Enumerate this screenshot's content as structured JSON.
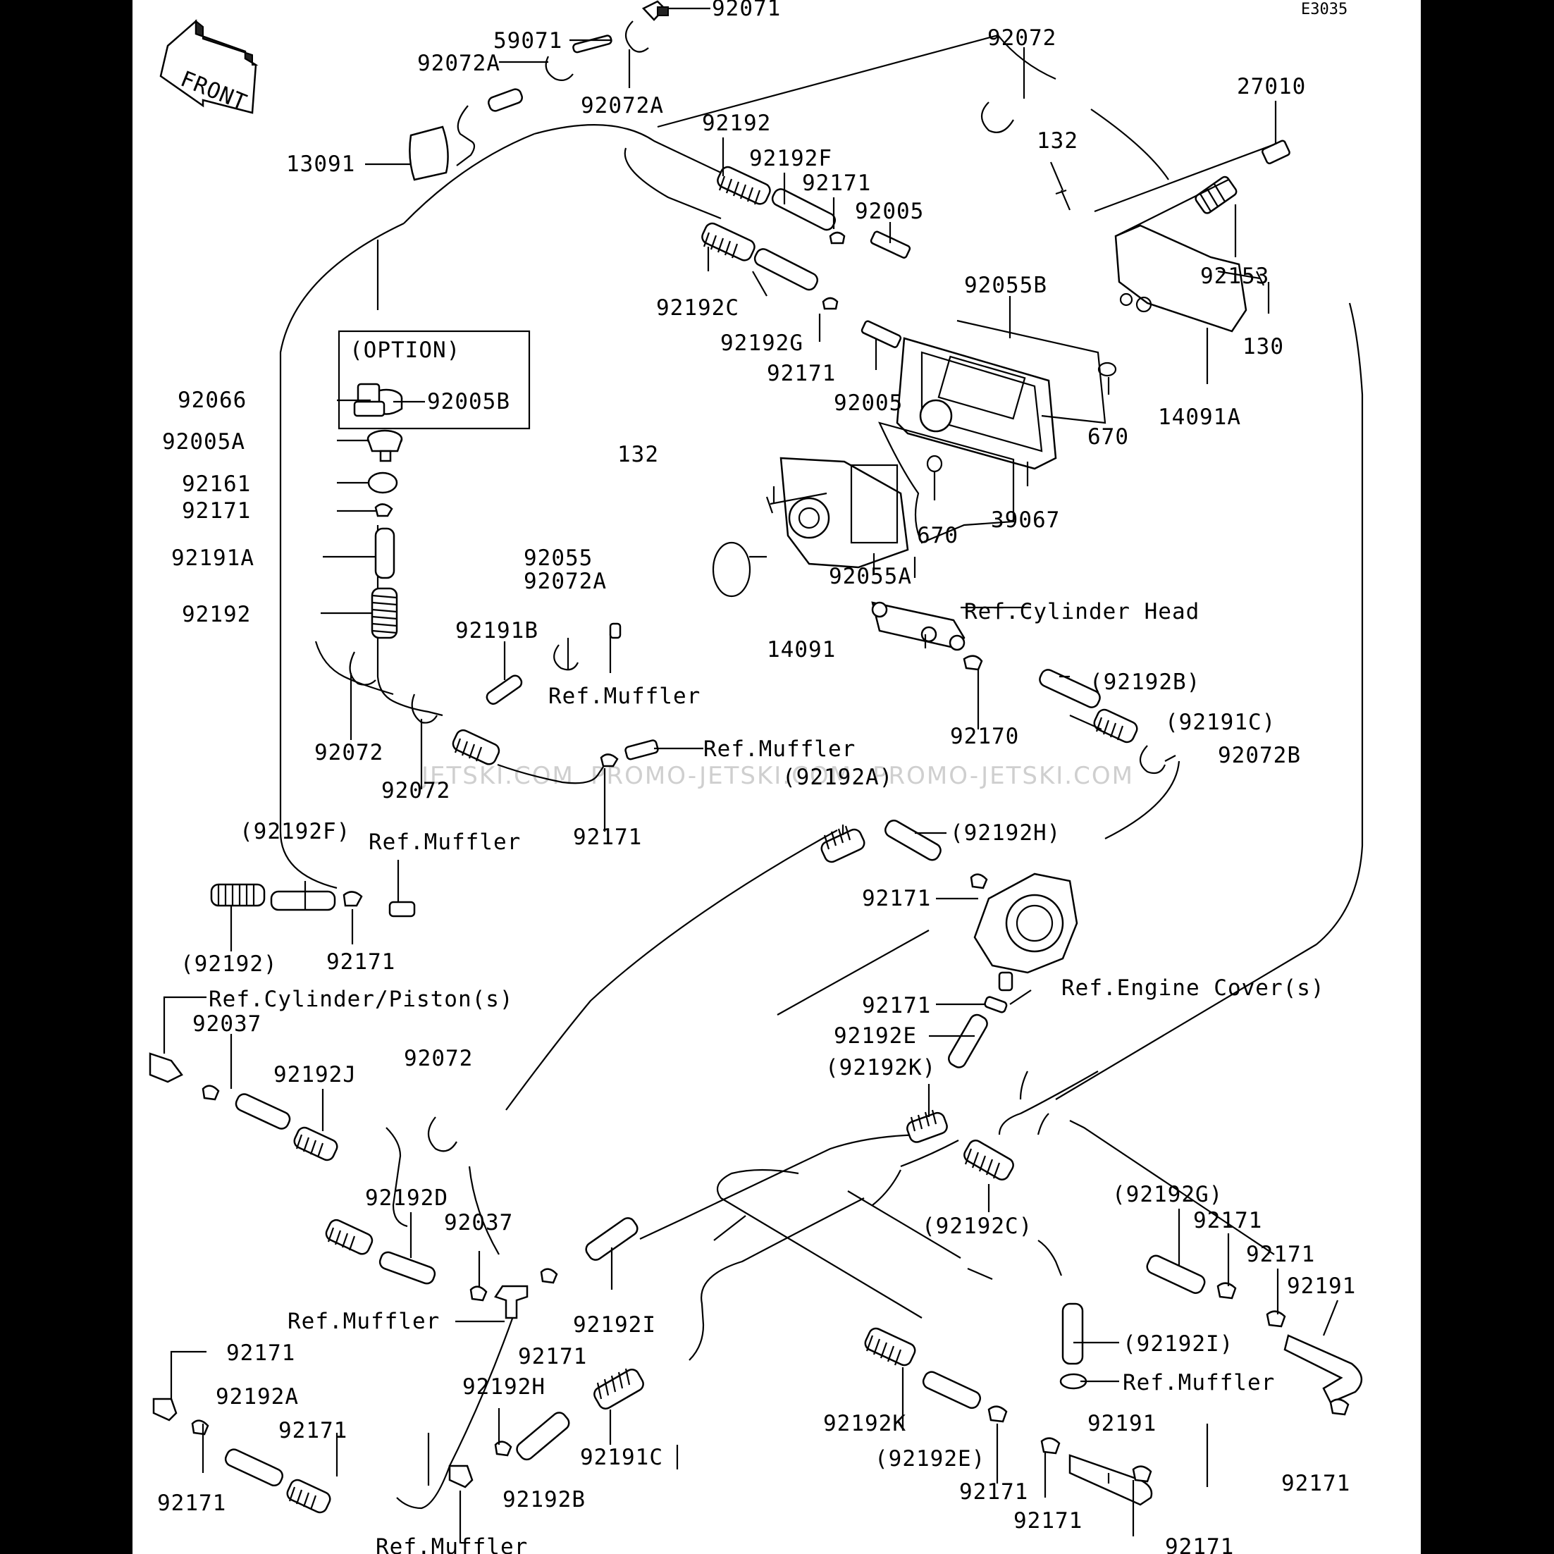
{
  "diagram_code": "E3035",
  "front_arrow_text": "FRONT",
  "option_box_title": "(OPTION)",
  "watermarks": [
    "JETSKI.COM",
    "PROMO-JETSKI.COM",
    "PROMO-JETSKI.COM"
  ],
  "labels": [
    {
      "id": "l1",
      "text": "92071"
    },
    {
      "id": "l2",
      "text": "59071"
    },
    {
      "id": "l3",
      "text": "92072A"
    },
    {
      "id": "l4",
      "text": "92072A"
    },
    {
      "id": "l5",
      "text": "92072"
    },
    {
      "id": "l6",
      "text": "27010"
    },
    {
      "id": "l7",
      "text": "13091"
    },
    {
      "id": "l8",
      "text": "92192"
    },
    {
      "id": "l9",
      "text": "92192F"
    },
    {
      "id": "l10",
      "text": "92171"
    },
    {
      "id": "l11",
      "text": "92005"
    },
    {
      "id": "l12",
      "text": "132"
    },
    {
      "id": "l13",
      "text": "92153"
    },
    {
      "id": "l14",
      "text": "92192C"
    },
    {
      "id": "l15",
      "text": "92192G"
    },
    {
      "id": "l16",
      "text": "92055B"
    },
    {
      "id": "l17",
      "text": "130"
    },
    {
      "id": "l18",
      "text": "92171"
    },
    {
      "id": "l19",
      "text": "92005"
    },
    {
      "id": "l20",
      "text": "670"
    },
    {
      "id": "l21",
      "text": "14091A"
    },
    {
      "id": "l22",
      "text": "92066"
    },
    {
      "id": "l23",
      "text": "92005B"
    },
    {
      "id": "l24",
      "text": "92005A"
    },
    {
      "id": "l25",
      "text": "132"
    },
    {
      "id": "l26",
      "text": "670"
    },
    {
      "id": "l27",
      "text": "39067"
    },
    {
      "id": "l28",
      "text": "92161"
    },
    {
      "id": "l29",
      "text": "92171"
    },
    {
      "id": "l30",
      "text": "92055"
    },
    {
      "id": "l31",
      "text": "92191A"
    },
    {
      "id": "l32",
      "text": "92072A"
    },
    {
      "id": "l33",
      "text": "92055A"
    },
    {
      "id": "l34",
      "text": "Ref.Cylinder Head"
    },
    {
      "id": "l35",
      "text": "92192"
    },
    {
      "id": "l36",
      "text": "92191B"
    },
    {
      "id": "l37",
      "text": "14091"
    },
    {
      "id": "l38",
      "text": "(92192B)"
    },
    {
      "id": "l39",
      "text": "Ref.Muffler"
    },
    {
      "id": "l40",
      "text": "(92191C)"
    },
    {
      "id": "l41",
      "text": "92170"
    },
    {
      "id": "l42",
      "text": "92072"
    },
    {
      "id": "l43",
      "text": "Ref.Muffler"
    },
    {
      "id": "l44",
      "text": "92072B"
    },
    {
      "id": "l45",
      "text": "92072"
    },
    {
      "id": "l46",
      "text": "(92192A)"
    },
    {
      "id": "l47",
      "text": "(92192H)"
    },
    {
      "id": "l48",
      "text": "(92192F)"
    },
    {
      "id": "l49",
      "text": "Ref.Muffler"
    },
    {
      "id": "l50",
      "text": "92171"
    },
    {
      "id": "l51",
      "text": "92171"
    },
    {
      "id": "l52",
      "text": "(92192)"
    },
    {
      "id": "l53",
      "text": "92171"
    },
    {
      "id": "l54",
      "text": "Ref.Engine Cover(s)"
    },
    {
      "id": "l55",
      "text": "Ref.Cylinder/Piston(s)"
    },
    {
      "id": "l56",
      "text": "92037"
    },
    {
      "id": "l57",
      "text": "92171"
    },
    {
      "id": "l58",
      "text": "92192E"
    },
    {
      "id": "l59",
      "text": "(92192K)"
    },
    {
      "id": "l60",
      "text": "92072"
    },
    {
      "id": "l61",
      "text": "92192J"
    },
    {
      "id": "l62",
      "text": "92192D"
    },
    {
      "id": "l63",
      "text": "92037"
    },
    {
      "id": "l64",
      "text": "(92192C)"
    },
    {
      "id": "l65",
      "text": "(92192G)"
    },
    {
      "id": "l66",
      "text": "92171"
    },
    {
      "id": "l67",
      "text": "92171"
    },
    {
      "id": "l68",
      "text": "92191"
    },
    {
      "id": "l69",
      "text": "Ref.Muffler"
    },
    {
      "id": "l70",
      "text": "92192I"
    },
    {
      "id": "l71",
      "text": "92171"
    },
    {
      "id": "l72",
      "text": "(92192I)"
    },
    {
      "id": "l73",
      "text": "Ref.Muffler"
    },
    {
      "id": "l74",
      "text": "92171"
    },
    {
      "id": "l75",
      "text": "92192H"
    },
    {
      "id": "l76",
      "text": "92192A"
    },
    {
      "id": "l77",
      "text": "92171"
    },
    {
      "id": "l78",
      "text": "92191"
    },
    {
      "id": "l79",
      "text": "92192K"
    },
    {
      "id": "l80",
      "text": "92191C"
    },
    {
      "id": "l81",
      "text": "92171"
    },
    {
      "id": "l82",
      "text": "92192B"
    },
    {
      "id": "l83",
      "text": "(92192E)"
    },
    {
      "id": "l84",
      "text": "92171"
    },
    {
      "id": "l85",
      "text": "92171"
    },
    {
      "id": "l86",
      "text": "92171"
    },
    {
      "id": "l87",
      "text": "Ref.Muffler"
    },
    {
      "id": "l88",
      "text": "92171"
    }
  ]
}
